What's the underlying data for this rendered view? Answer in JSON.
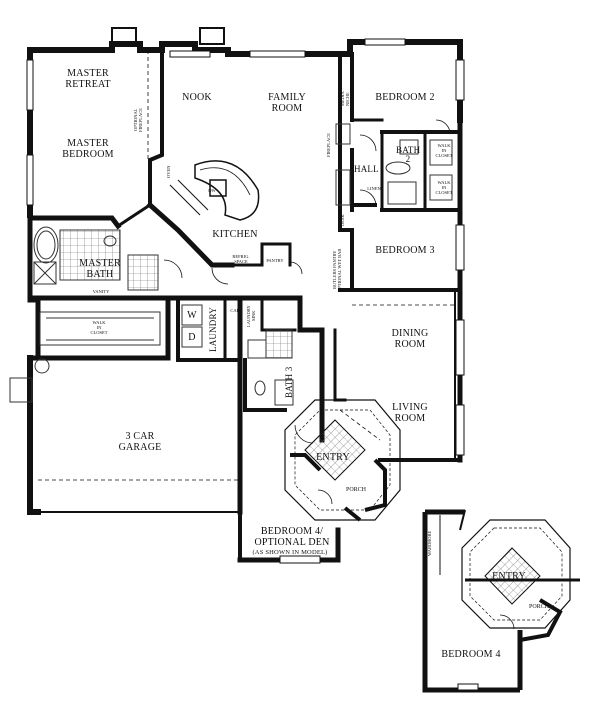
{
  "rooms": {
    "master_retreat": "MASTER\nRETREAT",
    "master_bedroom": "MASTER\nBEDROOM",
    "optional_fireplace": "OPTIONAL\nFIREPLACE",
    "nook": "NOOK",
    "family_room": "FAMILY\nROOM",
    "media_niche": "MEDIA\nNICHE",
    "bedroom2": "BEDROOM 2",
    "fireplace": "FIREPLACE",
    "bath2": "BATH\n2",
    "walk_in_closet_a": "WALK\nIN\nCLOSET",
    "hall": "HALL",
    "linen": "LINEN",
    "walk_in_closet_b": "WALK\nIN\nCLOSET",
    "oven": "OVEN",
    "dw": "DW",
    "kitchen": "KITCHEN",
    "desk": "DESK",
    "bedroom3": "BEDROOM 3",
    "refrig_space": "REFRIG.\nSPACE",
    "pantry": "PANTRY",
    "master_bath": "MASTER\nBATH",
    "vanity": "VANITY",
    "butlers_pantry": "BUTLERS PANTRY\nOPTIONAL WET BAR",
    "walk_in_closet_master": "WALK\nIN\nCLOSET",
    "washer": "W",
    "dryer": "D",
    "laundry": "LAUNDRY",
    "cab": "CAB",
    "laundry_sink": "LAUNDRY\nSINK",
    "dining_room": "DINING\nROOM",
    "bath3": "BATH 3",
    "living_room": "LIVING\nROOM",
    "garage": "3 CAR\nGARAGE",
    "entry": "ENTRY",
    "porch": "PORCH",
    "bedroom4_den": "BEDROOM 4/\nOPTIONAL DEN",
    "model_note": "(AS SHOWN IN MODEL)",
    "wardrobe": "WARDROBE",
    "alt_entry": "ENTRY",
    "alt_porch": "PORCH",
    "alt_bedroom4": "BEDROOM 4"
  },
  "colors": {
    "wall": "#111111",
    "fixture": "#333333",
    "background": "#ffffff"
  }
}
